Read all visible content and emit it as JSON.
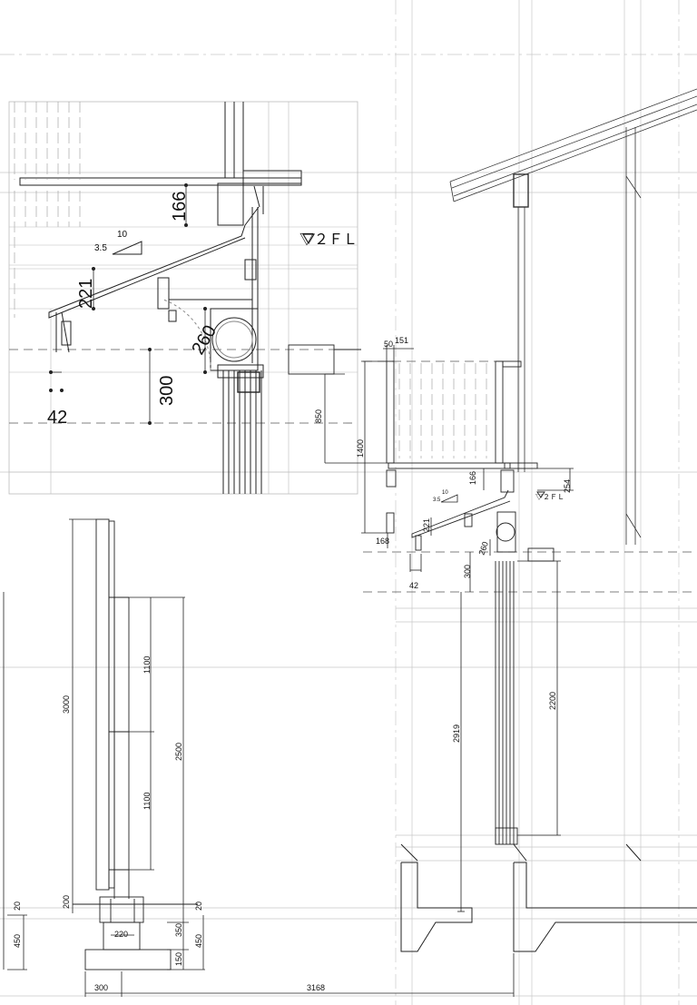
{
  "detail": {
    "dim_166": "166",
    "slope_run": "10",
    "slope_rise": "3.5",
    "floor_mark": "▽２ＦＬ",
    "dim_221": "221",
    "dim_260": "260",
    "dim_300": "300",
    "dim_42": "42"
  },
  "section": {
    "dim_50": "50",
    "dim_151": "151",
    "dim_850": "850",
    "dim_1400": "1400",
    "dim_166": "166",
    "dim_254": "254",
    "slope_run": "10",
    "slope_rise": "3.5",
    "floor_mark": "▽２ＦＬ",
    "dim_221": "221",
    "dim_168": "168",
    "dim_260": "260",
    "dim_300": "300",
    "dim_42": "42",
    "dim_2200": "2200",
    "dim_2919": "2919"
  },
  "elevation": {
    "dim_3000": "3000",
    "dim_1100_top": "1100",
    "dim_1100_bottom": "1100",
    "dim_2500": "2500",
    "dim_200": "200",
    "dim_20_left": "20",
    "dim_20_right": "20",
    "dim_220": "220",
    "dim_350": "350",
    "dim_450_left": "450",
    "dim_450_right": "450",
    "dim_150": "150",
    "dim_300": "300",
    "dim_3168": "3168"
  }
}
